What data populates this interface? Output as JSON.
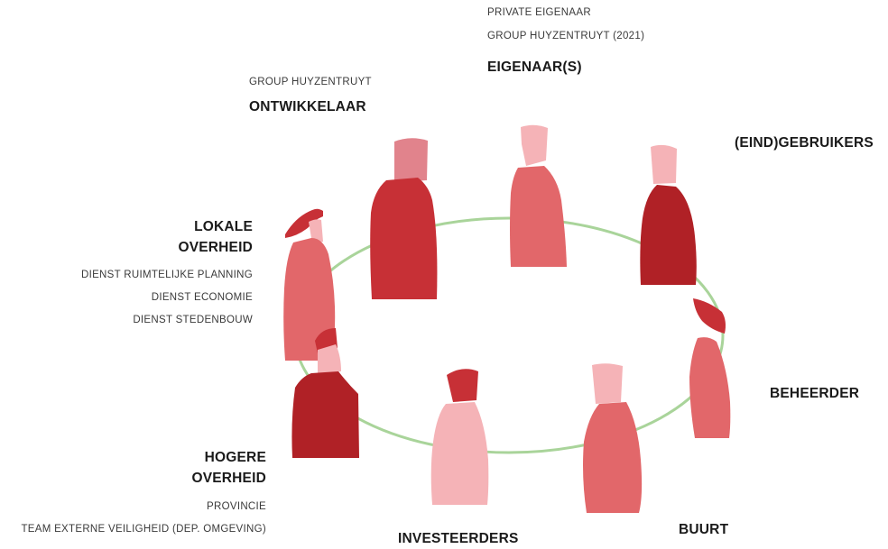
{
  "colors": {
    "ring": "#a9d49a",
    "dark_red": "#b02126",
    "mid_red": "#c73036",
    "salmon": "#e2676a",
    "light_pink": "#f5b3b7",
    "dusty_rose": "#e1838c"
  },
  "stakeholders": {
    "eigenaars": {
      "title": "EIGENAAR(S)",
      "details": [
        "PRIVATE EIGENAAR",
        "GROUP HUYZENTRUYT (2021)"
      ]
    },
    "ontwikkelaar": {
      "title": "ONTWIKKELAAR",
      "details": [
        "GROUP HUYZENTRUYT"
      ]
    },
    "gebruikers": {
      "title": "(EIND)GEBRUIKERS"
    },
    "lokale_overheid": {
      "title_line1": "LOKALE",
      "title_line2": "OVERHEID",
      "details": [
        "DIENST RUIMTELIJKE PLANNING",
        "DIENST ECONOMIE",
        "DIENST STEDENBOUW"
      ]
    },
    "beheerder": {
      "title": "BEHEERDER"
    },
    "hogere_overheid": {
      "title_line1": "HOGERE",
      "title_line2": "OVERHEID",
      "details": [
        "PROVINCIE",
        "TEAM EXTERNE VEILIGHEID (DEP. OMGEVING)"
      ]
    },
    "investeerders": {
      "title": "INVESTEERDERS"
    },
    "buurt": {
      "title": "BUURT"
    }
  }
}
